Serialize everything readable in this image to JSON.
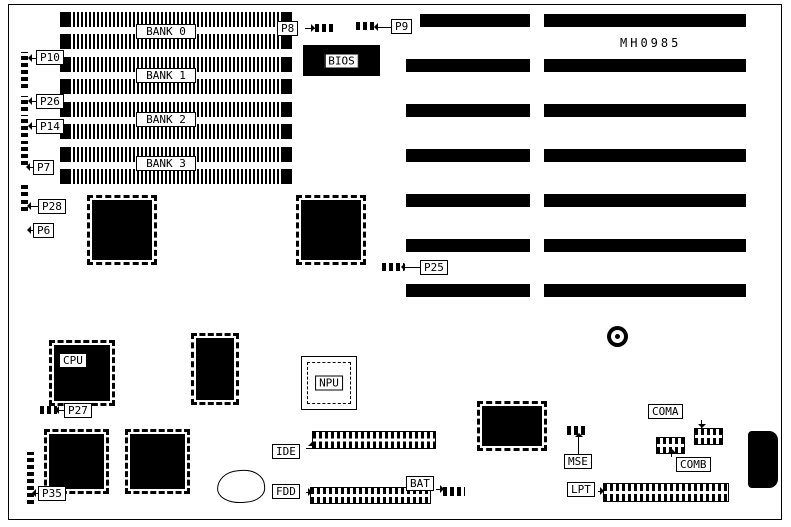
{
  "board": {
    "part_number": "MH0985"
  },
  "memory": {
    "bank_labels": [
      "BANK 0",
      "BANK 1",
      "BANK 2",
      "BANK 3"
    ]
  },
  "chips": {
    "bios": "BIOS",
    "cpu": "CPU",
    "npu": "NPU"
  },
  "connectors": {
    "p6": "P6",
    "p7": "P7",
    "p8": "P8",
    "p9": "P9",
    "p10": "P10",
    "p14": "P14",
    "p25": "P25",
    "p26": "P26",
    "p27": "P27",
    "p28": "P28",
    "p35": "P35",
    "ide": "IDE",
    "fdd": "FDD",
    "bat": "BAT",
    "mse": "MSE",
    "lpt": "LPT",
    "coma": "COMA",
    "comb": "COMB"
  }
}
